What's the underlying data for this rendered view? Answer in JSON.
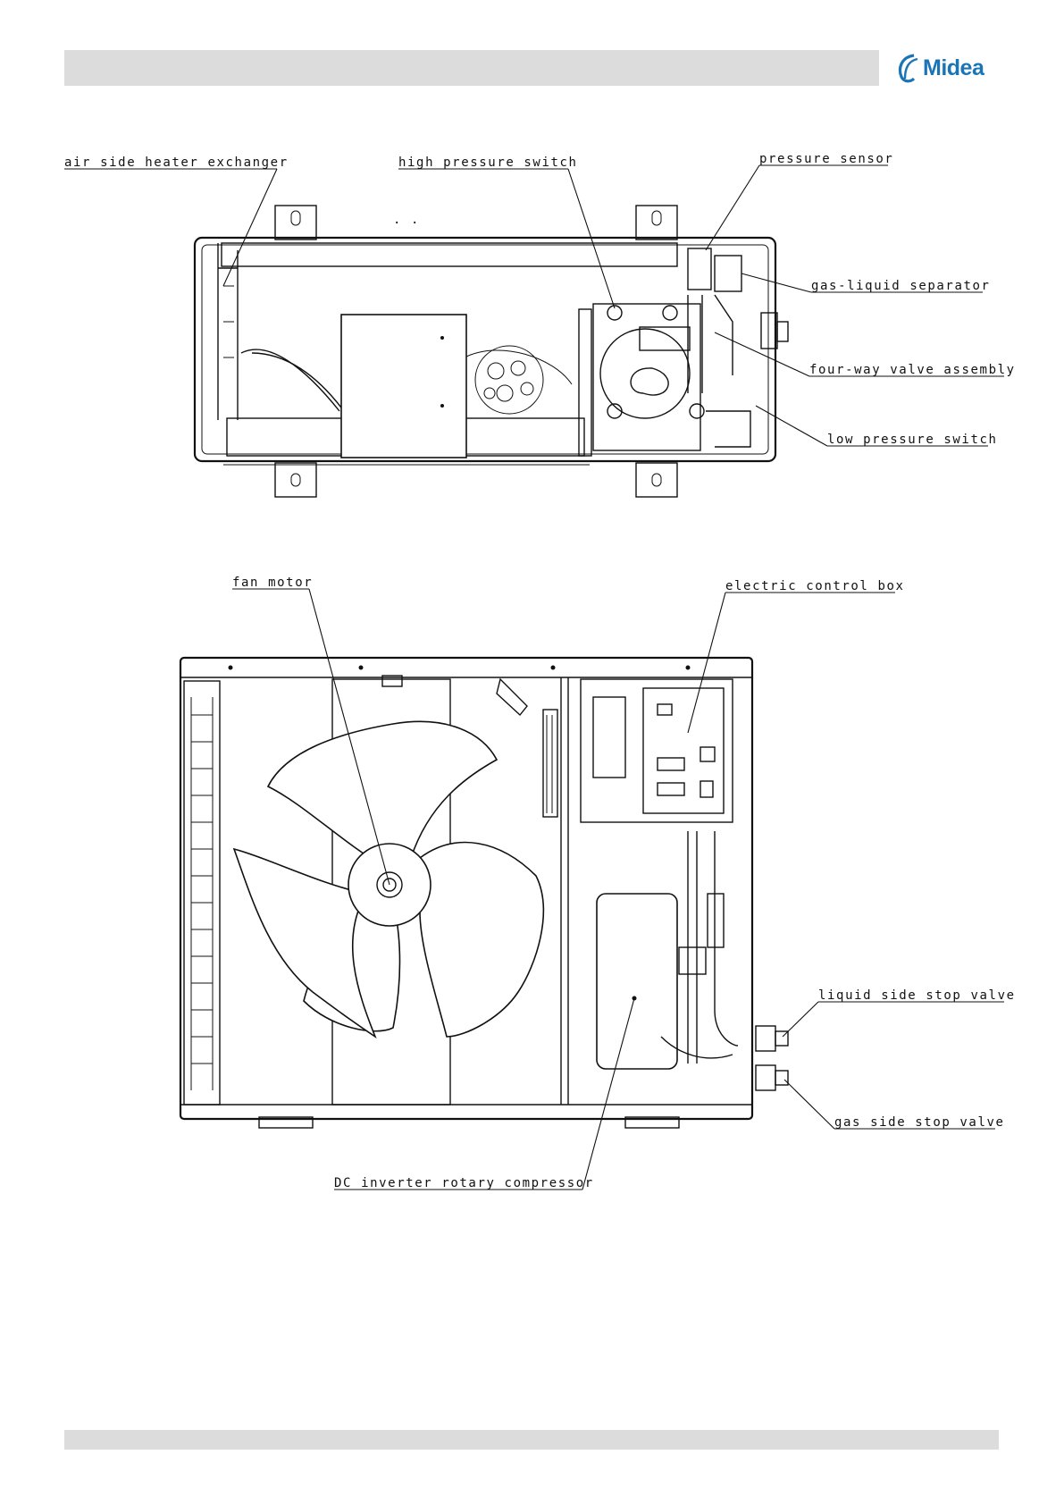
{
  "brand": {
    "logo_text": "Midea",
    "color": "#1a74b5"
  },
  "top_view": {
    "labels": {
      "air_side_heat_exchanger": "air side heater exchanger",
      "high_pressure_switch": "high pressure switch",
      "pressure_sensor": "pressure sensor",
      "gas_liquid_separator": "gas-liquid separator",
      "four_way_valve_assembly": "four-way valve assembly",
      "low_pressure_switch": "low pressure switch"
    }
  },
  "front_view": {
    "labels": {
      "fan_motor": "fan motor",
      "electric_control_box": "electric control box",
      "liquid_side_stop_valve": "liquid side stop valve",
      "gas_side_stop_valve": "gas side stop valve",
      "dc_inverter_rotary_compressor": "DC inverter rotary compressor"
    }
  },
  "colors": {
    "header_bar": "#dcdcdc",
    "line": "#111111"
  }
}
